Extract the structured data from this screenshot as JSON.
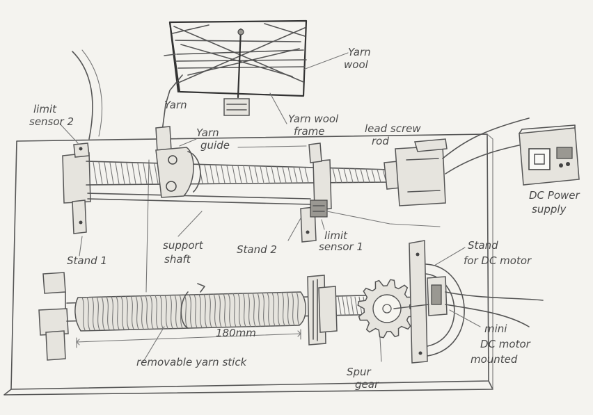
{
  "labels": {
    "yarn_wool": [
      "Yarn",
      "wool"
    ],
    "yarn": "Yarn",
    "yarn_wool_frame": [
      "Yarn wool",
      "frame"
    ],
    "limit_sensor_2": [
      "limit",
      "sensor 2"
    ],
    "yarn_guide": [
      "Yarn",
      "guide"
    ],
    "lead_screw_rod": [
      "lead screw",
      "rod"
    ],
    "dc_power_supply": [
      "DC Power",
      "supply"
    ],
    "stand_1": "Stand 1",
    "support_shaft": [
      "support",
      "shaft"
    ],
    "stand_2": "Stand 2",
    "limit_sensor_1": [
      "limit",
      "sensor 1"
    ],
    "stand_for_dc_motor": [
      "Stand",
      "for DC motor"
    ],
    "mini_dc_motor_mounted": [
      "mini",
      "DC motor",
      "mounted"
    ],
    "dimension": "180mm",
    "removable_yarn_stick": "removable yarn stick",
    "spur_gear": [
      "Spur",
      "gear"
    ]
  }
}
